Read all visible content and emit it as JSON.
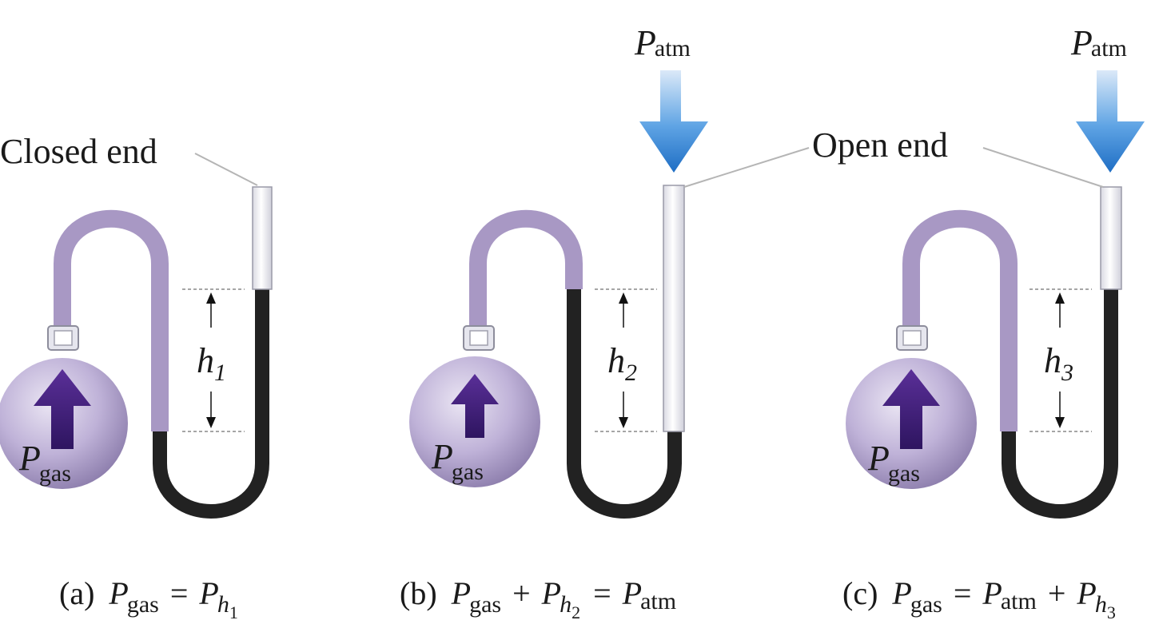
{
  "labels": {
    "closed_end": "Closed end",
    "open_end": "Open end"
  },
  "symbols": {
    "P": "P",
    "gas": "gas",
    "atm": "atm",
    "h": "h"
  },
  "panels": [
    {
      "id": "a",
      "height_label": {
        "letter": "h",
        "index": "1"
      },
      "caption": {
        "tag": "(a)",
        "equation": "P_gas = P_h1"
      }
    },
    {
      "id": "b",
      "height_label": {
        "letter": "h",
        "index": "2"
      },
      "caption": {
        "tag": "(b)",
        "equation": "P_gas + P_h2 = P_atm"
      }
    },
    {
      "id": "c",
      "height_label": {
        "letter": "h",
        "index": "3"
      },
      "caption": {
        "tag": "(c)",
        "equation": "P_gas = P_atm + P_h3"
      }
    }
  ],
  "colors": {
    "tube_purple": "#a898c4",
    "mercury": "#222222",
    "bulb": "#b7a9d2",
    "bulb_arrow": "#4a2680",
    "atm_arrow": "#2f7fd1",
    "glass": "#f1f1f5"
  },
  "icons": {
    "gas_pressure_arrow": "up-arrow-icon",
    "atmospheric_pressure_arrow": "down-arrow-icon",
    "valve": "stopcock-icon"
  }
}
